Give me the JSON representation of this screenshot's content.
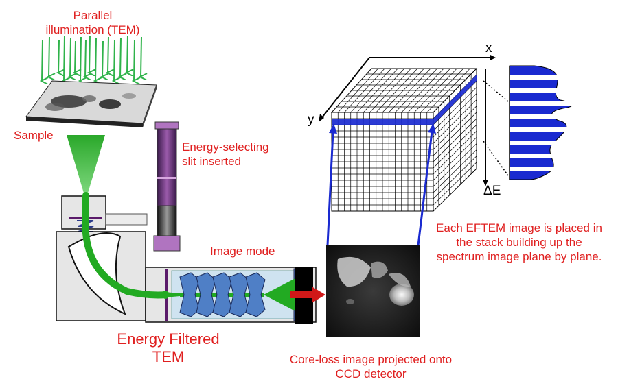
{
  "labels": {
    "parallel": "Parallel\nillumination (TEM)",
    "sample": "Sample",
    "slit": "Energy-selecting\nslit inserted",
    "image_mode": "Image mode",
    "eftem_title": "Energy Filtered\nTEM",
    "core_loss": "Core-loss image projected onto\nCCD detector",
    "stack_note": "Each EFTEM image is placed in\nthe stack building up the\nspectrum image plane by plane."
  },
  "axes": {
    "x": "x",
    "y": "y",
    "de": "ΔE"
  },
  "colors": {
    "label_red": "#e02020",
    "beam_green": "#22aa22",
    "arrow_green": "#2fb34a",
    "slab_blue": "#1a2ad0",
    "lens_blue": "#4f7fc6",
    "slit_purple": "#5a1a6a",
    "arrow_red": "#d01818"
  }
}
